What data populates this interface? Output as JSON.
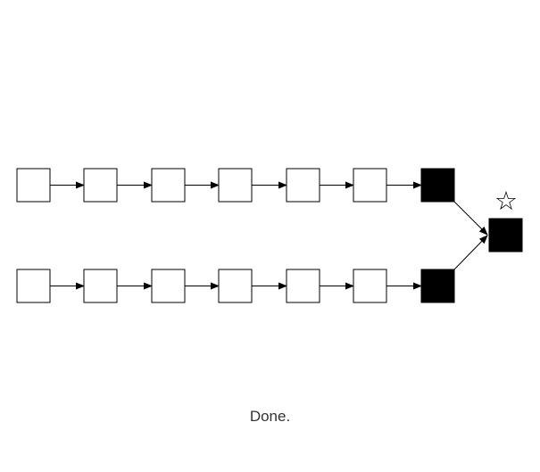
{
  "status": {
    "text": "Done."
  },
  "icons": {
    "marker": "star-outline-icon"
  },
  "graph": {
    "rows": [
      {
        "nodes": [
          "empty",
          "empty",
          "empty",
          "empty",
          "empty",
          "empty",
          "filled"
        ]
      },
      {
        "nodes": [
          "empty",
          "empty",
          "empty",
          "empty",
          "empty",
          "empty",
          "filled"
        ]
      }
    ],
    "target": "filled"
  },
  "colors": {
    "node_fill_empty": "#ffffff",
    "node_fill_filled": "#000000",
    "stroke": "#000000",
    "status_text": "#333333"
  }
}
